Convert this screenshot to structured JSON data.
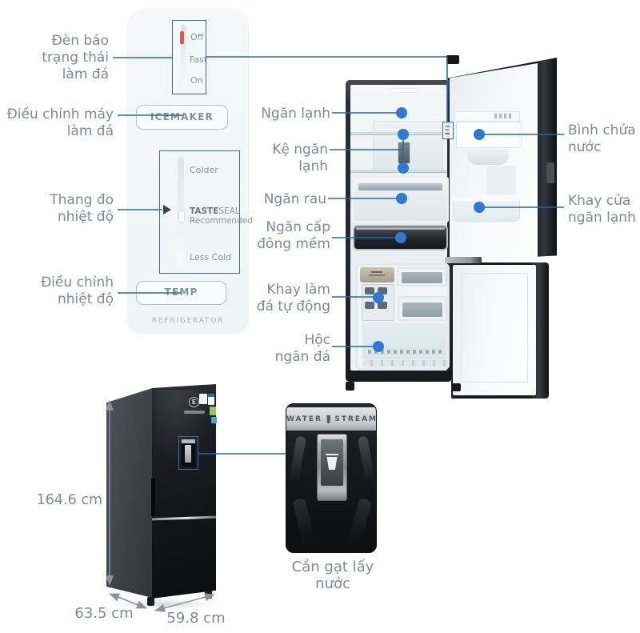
{
  "panel": {
    "status": {
      "off": "Off",
      "fast": "Fast",
      "on": "On"
    },
    "icemaker_label": "ICEMAKER",
    "temp_scale": {
      "colder": "Colder",
      "tasteseal_strong": "TASTE",
      "tasteseal_rest": "SEAL",
      "recommended": "Recommended",
      "less_cold": "Less Cold"
    },
    "temp_label": "TEMP",
    "footer": "REFRIGERATOR"
  },
  "callouts": {
    "left": [
      {
        "text": "Đèn báo\ntrạng thái\nlàm đá"
      },
      {
        "text": "Điều chỉnh máy\nlàm đá"
      },
      {
        "text": "Thang đo\nnhiệt độ"
      },
      {
        "text": "Điều chỉnh\nnhiệt độ"
      }
    ],
    "fridge": [
      {
        "text": "Ngăn lạnh"
      },
      {
        "text": "Kệ ngăn lạnh"
      },
      {
        "text": "Ngăn rau"
      },
      {
        "text": "Ngăn cấp\nđông mềm"
      },
      {
        "text": "Khay làm\nđá tự động"
      },
      {
        "text": "Hộc\nngăn đá"
      }
    ],
    "right": [
      {
        "text": "Bình chứa\nnước"
      },
      {
        "text": "Khay cửa\nngăn lạnh"
      }
    ]
  },
  "dimensions": {
    "height": "164.6 cm",
    "depth": "63.5 cm",
    "width": "59.8 cm"
  },
  "dispenser": {
    "brand_left": "WATER",
    "brand_right": "STREAM",
    "caption": "Cần gạt lấy nước"
  },
  "brand": {
    "logo_letter": "E"
  },
  "colors": {
    "annotation_line": "#2468b4",
    "annotation_dot": "#2e7ad2",
    "label_gray": "#7e8a93",
    "indicator_orange": "#e0564a"
  }
}
